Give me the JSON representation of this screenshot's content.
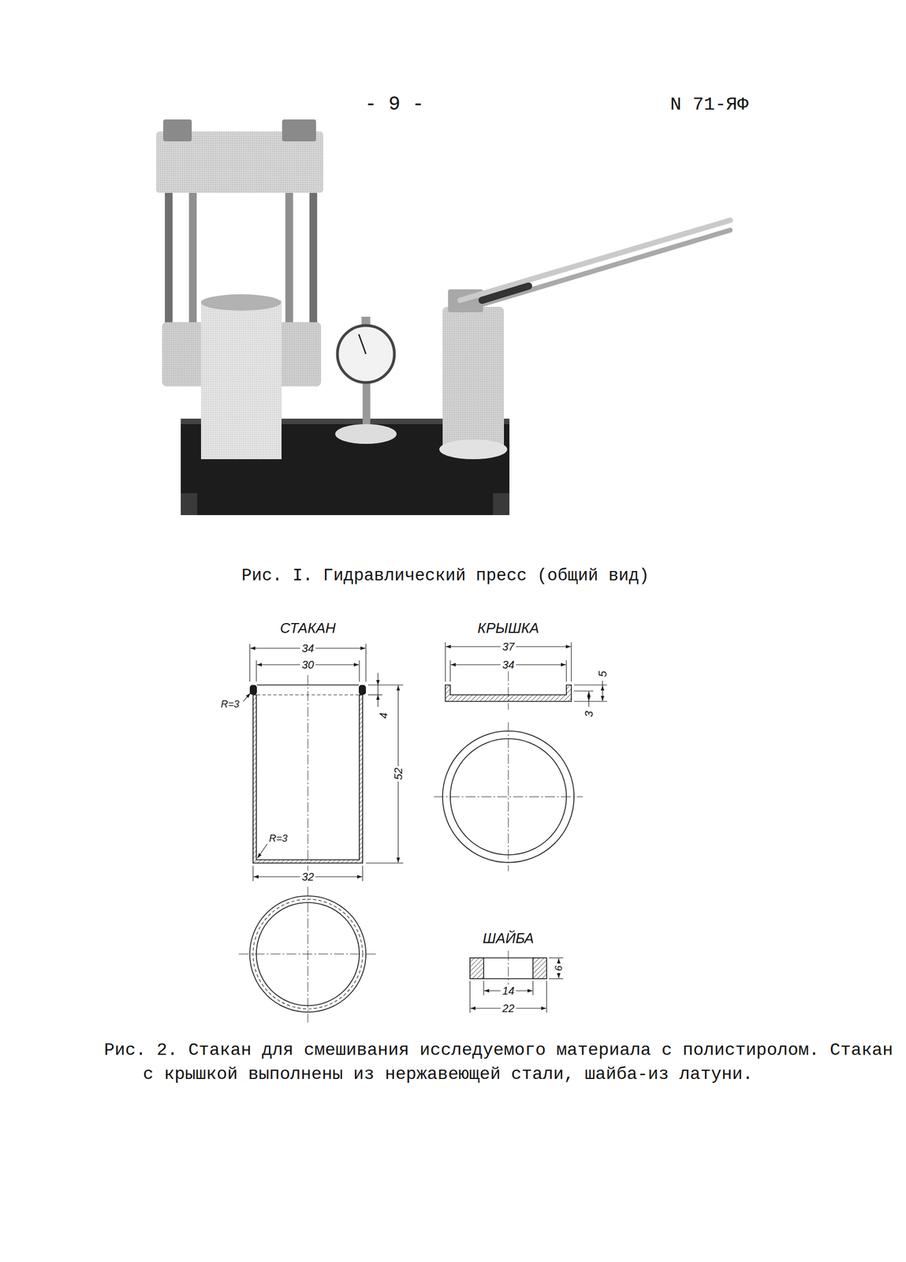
{
  "diagram": {
    "labels": [
      "- 9 -",
      "N 71-ЯФ",
      "Рис. I. Гидравлический пресс (общий вид)",
      "СТАКАН",
      "34",
      "30",
      "R=3",
      "4",
      "52",
      "R=3",
      "32",
      "КРЫШКА",
      "37",
      "34",
      "3",
      "5",
      "ШАЙБА",
      "6",
      "14",
      "22",
      "Рис. 2. Стакан для смешивания исследуемого материала с полистиролом. Стакан с крышкой выполнены из нержавеющей стали, шайба-из латуни."
    ]
  }
}
